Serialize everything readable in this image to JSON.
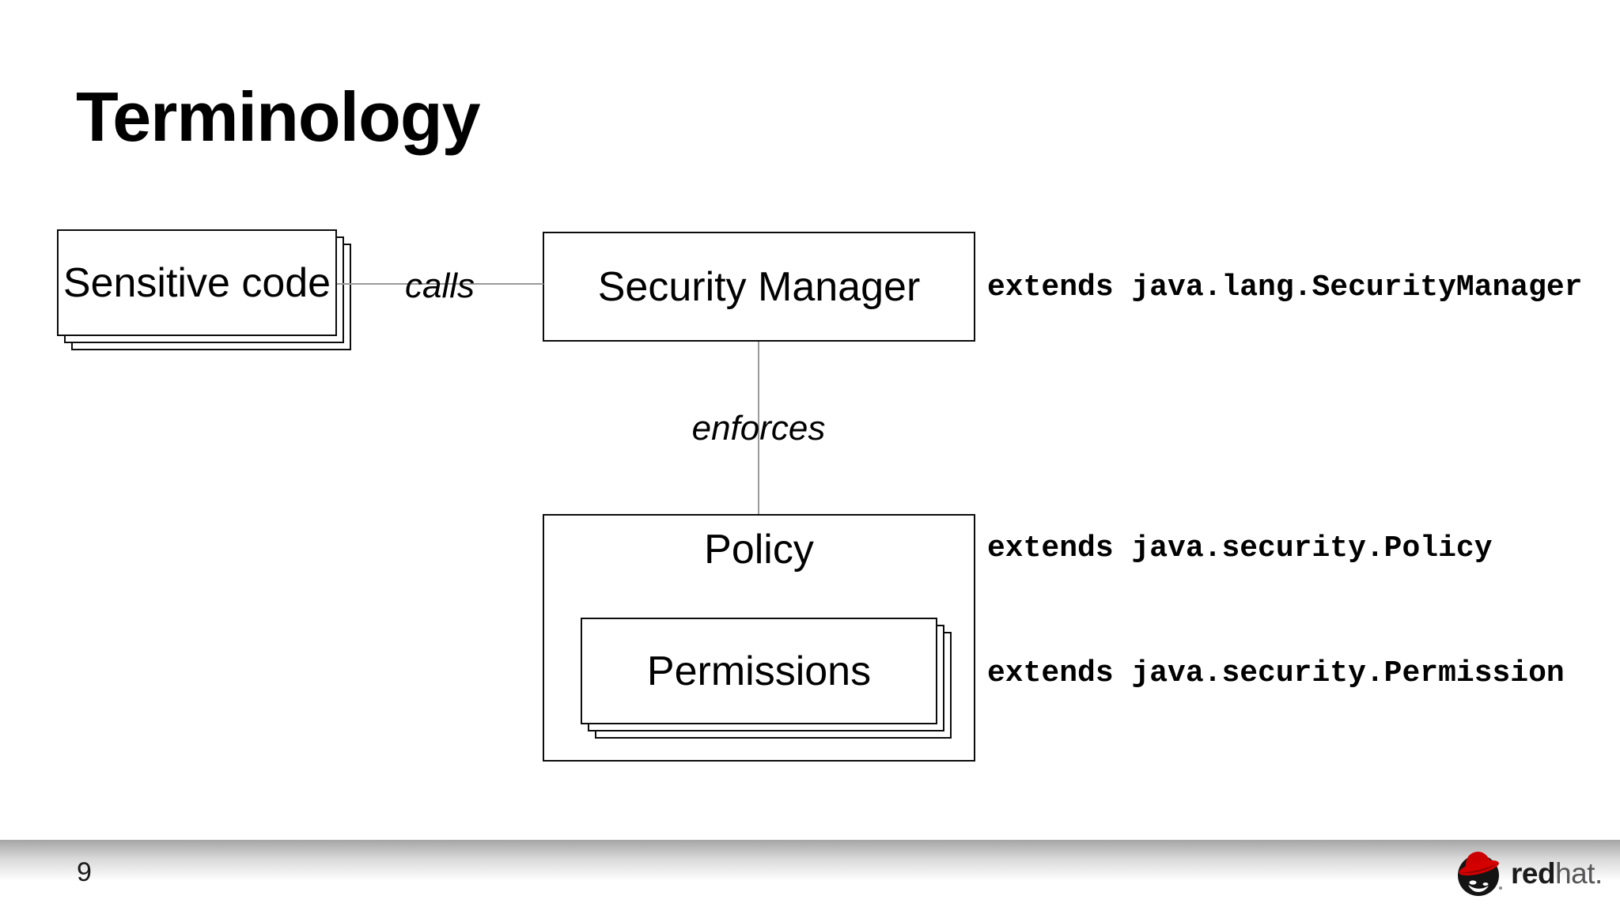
{
  "slide": {
    "title": "Terminology",
    "page_number": "9"
  },
  "diagram": {
    "boxes": {
      "sensitive_code": {
        "label": "Sensitive code",
        "stacked": true
      },
      "security_manager": {
        "label": "Security Manager"
      },
      "policy": {
        "label": "Policy"
      },
      "permissions": {
        "label": "Permissions",
        "stacked": true
      }
    },
    "connectors": {
      "calls": {
        "label": "calls",
        "from": "sensitive_code",
        "to": "security_manager"
      },
      "enforces": {
        "label": "enforces",
        "from": "security_manager",
        "to": "policy"
      }
    },
    "annotations": [
      {
        "text": "extends java.lang.SecurityManager"
      },
      {
        "text": "extends java.security.Policy"
      },
      {
        "text": "extends java.security.Permission"
      }
    ]
  },
  "footer": {
    "page_number": "9",
    "logo": {
      "red": "red",
      "hat": "hat",
      "dot": "."
    }
  },
  "colors": {
    "box_border": "#0c0c0c",
    "connector_gray": "#9a9a9a",
    "footer_gradient_top": "#a5a5a5",
    "logo_red": "#cc0000",
    "logo_gray": "#565658",
    "text": "#000000"
  }
}
